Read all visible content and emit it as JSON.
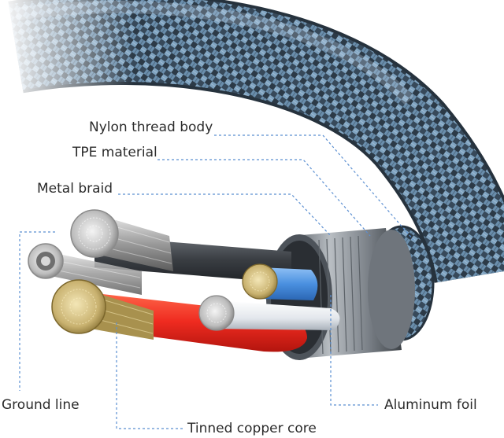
{
  "labels": {
    "nylon_thread_body": "Nylon thread body",
    "tpe_material": "TPE material",
    "metal_braid": "Metal braid",
    "ground_line": "Ground line",
    "aluminum_foil": "Aluminum foil",
    "tinned_copper_core": "Tinned copper core"
  },
  "colors": {
    "nylon_braid": "#5f7e96",
    "red_wire": "#ef2b20",
    "blue_wire": "#4a90e0",
    "white_wire": "#e9edf2",
    "aluminum_shell": "#8a9097",
    "copper_core": "#c9b270",
    "leader_line": "#5b8fd1"
  }
}
